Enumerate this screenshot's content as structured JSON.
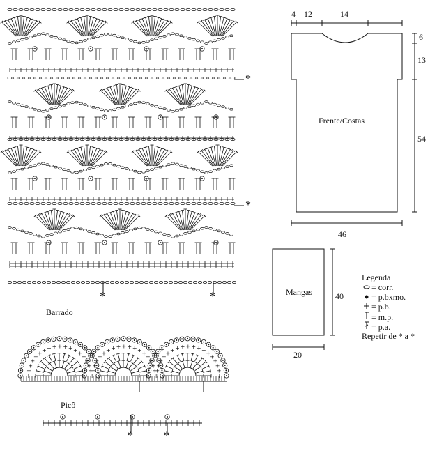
{
  "labels": {
    "frente_costas": "Frente/Costas",
    "mangas": "Mangas",
    "barrado": "Barrado",
    "pico": "Picô",
    "star": "*"
  },
  "measurements": {
    "top_4": "4",
    "top_12": "12",
    "top_14": "14",
    "right_6": "6",
    "right_13": "13",
    "right_54": "54",
    "bottom_46": "46",
    "sleeve_height_40": "40",
    "sleeve_width_20": "20"
  },
  "legend": {
    "title": "Legenda",
    "items": [
      {
        "symbol_name": "chain-symbol",
        "text": "= corr."
      },
      {
        "symbol_name": "slip-stitch-symbol",
        "text": "= p.bxmo."
      },
      {
        "symbol_name": "single-crochet-symbol",
        "text": "= p.b."
      },
      {
        "symbol_name": "half-double-crochet-symbol",
        "text": "= m.p."
      },
      {
        "symbol_name": "double-crochet-symbol",
        "text": "= p.a."
      }
    ],
    "repeat_note": "Repetir de * a *"
  },
  "colors": {
    "ink": "#111111",
    "background": "#ffffff"
  }
}
